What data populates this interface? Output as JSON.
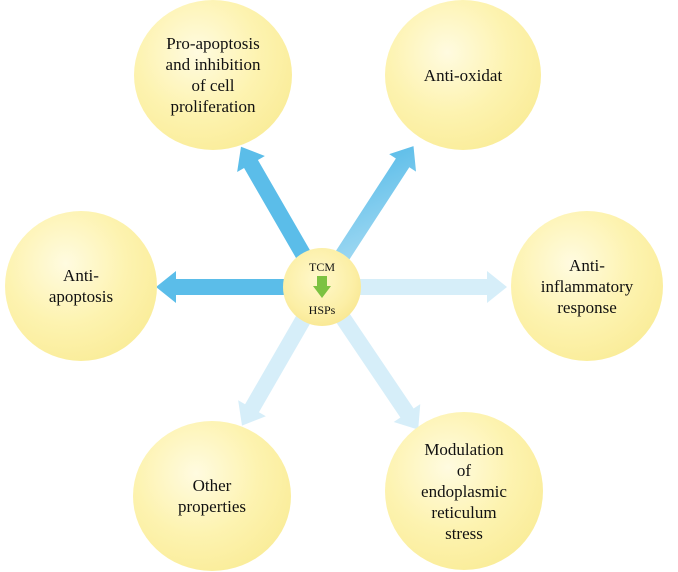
{
  "center": {
    "top_label": "TCM",
    "bottom_label": "HSPs",
    "arrow_icon": "down-arrow-icon",
    "arrow_color": "#7cc242"
  },
  "nodes": [
    {
      "id": "pro-apoptosis",
      "label": "Pro-apoptosis\nand inhibition\nof cell\nproliferation"
    },
    {
      "id": "anti-oxidat",
      "label": "Anti-oxidat"
    },
    {
      "id": "anti-apoptosis",
      "label": "Anti-\napoptosis"
    },
    {
      "id": "anti-inflammatory",
      "label": "Anti-\ninflammatory\nresponse"
    },
    {
      "id": "other",
      "label": "Other\nproperties"
    },
    {
      "id": "er-stress",
      "label": "Modulation\nof\nendoplasmic\nreticulum\nstress"
    }
  ],
  "colors": {
    "circle_fill": "#fdf3b0",
    "arrow_fill": "#6cc4ee",
    "arrow_fade": "#d6eef9"
  }
}
